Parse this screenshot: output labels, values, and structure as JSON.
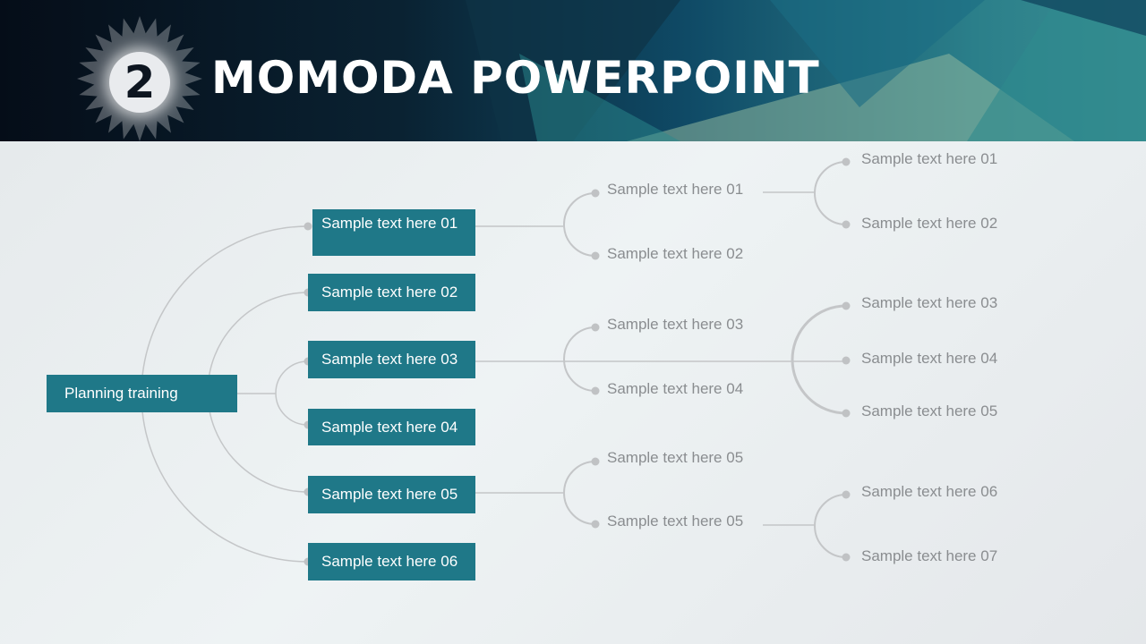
{
  "header": {
    "number": "2",
    "title": "MOMODA POWERPOINT"
  },
  "root": {
    "label": "Planning training"
  },
  "level1": [
    "Sample text here 01",
    "Sample text here 02",
    "Sample text here 03",
    "Sample text here 04",
    "Sample text here 05",
    "Sample text here 06"
  ],
  "level2": [
    "Sample text here 01",
    "Sample text here 02",
    "Sample text here 03",
    "Sample text here 04",
    "Sample text here 05",
    "Sample text here 05"
  ],
  "level3": [
    "Sample text here 01",
    "Sample text here 02",
    "Sample text here 03",
    "Sample text here 04",
    "Sample text here 05",
    "Sample text here 06",
    "Sample text here 07"
  ],
  "colors": {
    "box": "#1f7888",
    "line": "#c4c6c8",
    "text": "#8a8d90"
  }
}
